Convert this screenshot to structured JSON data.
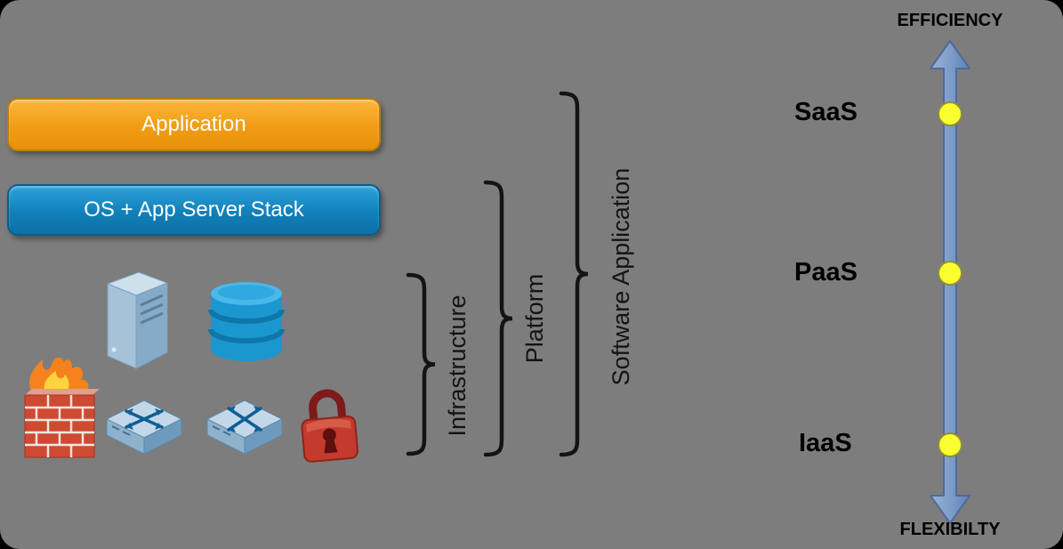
{
  "diagram": {
    "background": "#7d7d7d",
    "boxes": {
      "application": "Application",
      "os_stack": "OS + App Server Stack"
    },
    "braces": [
      {
        "label": "Infrastructure"
      },
      {
        "label": "Platform"
      },
      {
        "label": "Software Application"
      }
    ],
    "icons": [
      {
        "name": "server-icon"
      },
      {
        "name": "database-icon"
      },
      {
        "name": "firewall-icon"
      },
      {
        "name": "network-switch-icon"
      },
      {
        "name": "network-switch-icon"
      },
      {
        "name": "padlock-icon"
      }
    ],
    "axis": {
      "top_label": "EFFICIENCY",
      "bottom_label": "FLEXIBILTY",
      "points": [
        {
          "label": "SaaS"
        },
        {
          "label": "PaaS"
        },
        {
          "label": "IaaS"
        }
      ]
    },
    "colors": {
      "application_box": "#F2A112",
      "os_box": "#1385BE",
      "arrow": "#7E9DC9",
      "marker": "#FDFF35",
      "flame": "#F5821F",
      "lock": "#C43A2C"
    }
  }
}
